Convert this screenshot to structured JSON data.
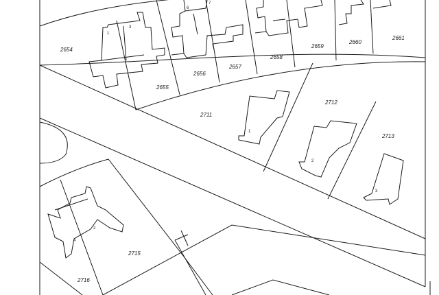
{
  "map": {
    "parcels": [
      "2654",
      "2655",
      "2656",
      "2657",
      "2658",
      "2659",
      "2660",
      "2661",
      "2711",
      "2712",
      "2713",
      "2715",
      "2716"
    ],
    "house_numbers": [
      "1",
      "3",
      "6",
      "7",
      "1",
      "2",
      "3",
      "4",
      "2"
    ],
    "colors": {
      "line": "#1a1a1a",
      "background": "#ffffff"
    }
  }
}
